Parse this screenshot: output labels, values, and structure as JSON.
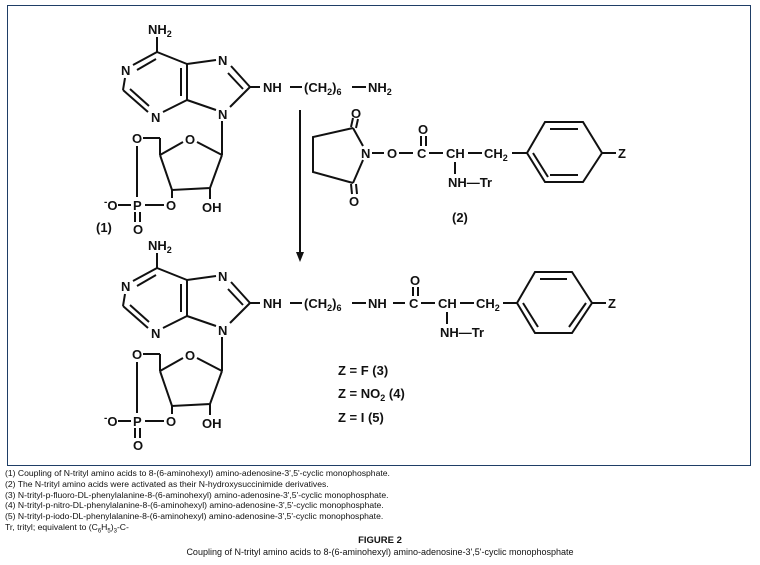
{
  "labels": {
    "nh2": "NH",
    "two": "2",
    "n": "N",
    "o": "O",
    "oh": "OH",
    "p": "P",
    "ominus": "O",
    "minus": "-",
    "nh": "NH",
    "ch2_open": "(CH",
    "ch2_close": ")",
    "six": "6",
    "nh_end": "NH",
    "c": "C",
    "ch": "CH",
    "ch2": "CH",
    "z": "Z",
    "nhtr": "NH—Tr",
    "cpd1": "(1)",
    "cpd2": "(2)"
  },
  "z_list": [
    {
      "pre": "Z = F (3)"
    },
    {
      "pre": "Z = NO",
      "sub": "2",
      "post": " (4)"
    },
    {
      "pre": "Z = I (5)"
    }
  ],
  "footnotes": [
    "(1) Coupling of N-trityl amino acids to 8-(6-aminohexyl) amino-adenosine-3',5'-cyclic monophosphate.",
    "(2) The N-trityl amino acids were activated as their N-hydroxysuccinimide derivatives.",
    "(3) N-trityl-p-fluoro-DL-phenylalanine-8-(6-aminohexyl) amino-adenosine-3',5'-cyclic monophosphate.",
    "(4) N-trityl-p-nitro-DL-phenylalanine-8-(6-aminohexyl) amino-adenosine-3',5'-cyclic monophosphate.",
    "(5) N-trityl-p-iodo-DL-phenylalanine-8-(6-aminohexyl) amino-adenosine-3',5'-cyclic monophosphate."
  ],
  "trityl": {
    "a": "Tr, trityl; equivalent to (C",
    "s1": "6",
    "b": "H",
    "s2": "5",
    "c": ")",
    "s3": "3",
    "d": "-C-"
  },
  "figure_title": "FIGURE 2",
  "figure_caption": "Coupling of N-trityl amino acids to 8-(6-aminohexyl) amino-adenosine-3',5'-cyclic monophosphate"
}
